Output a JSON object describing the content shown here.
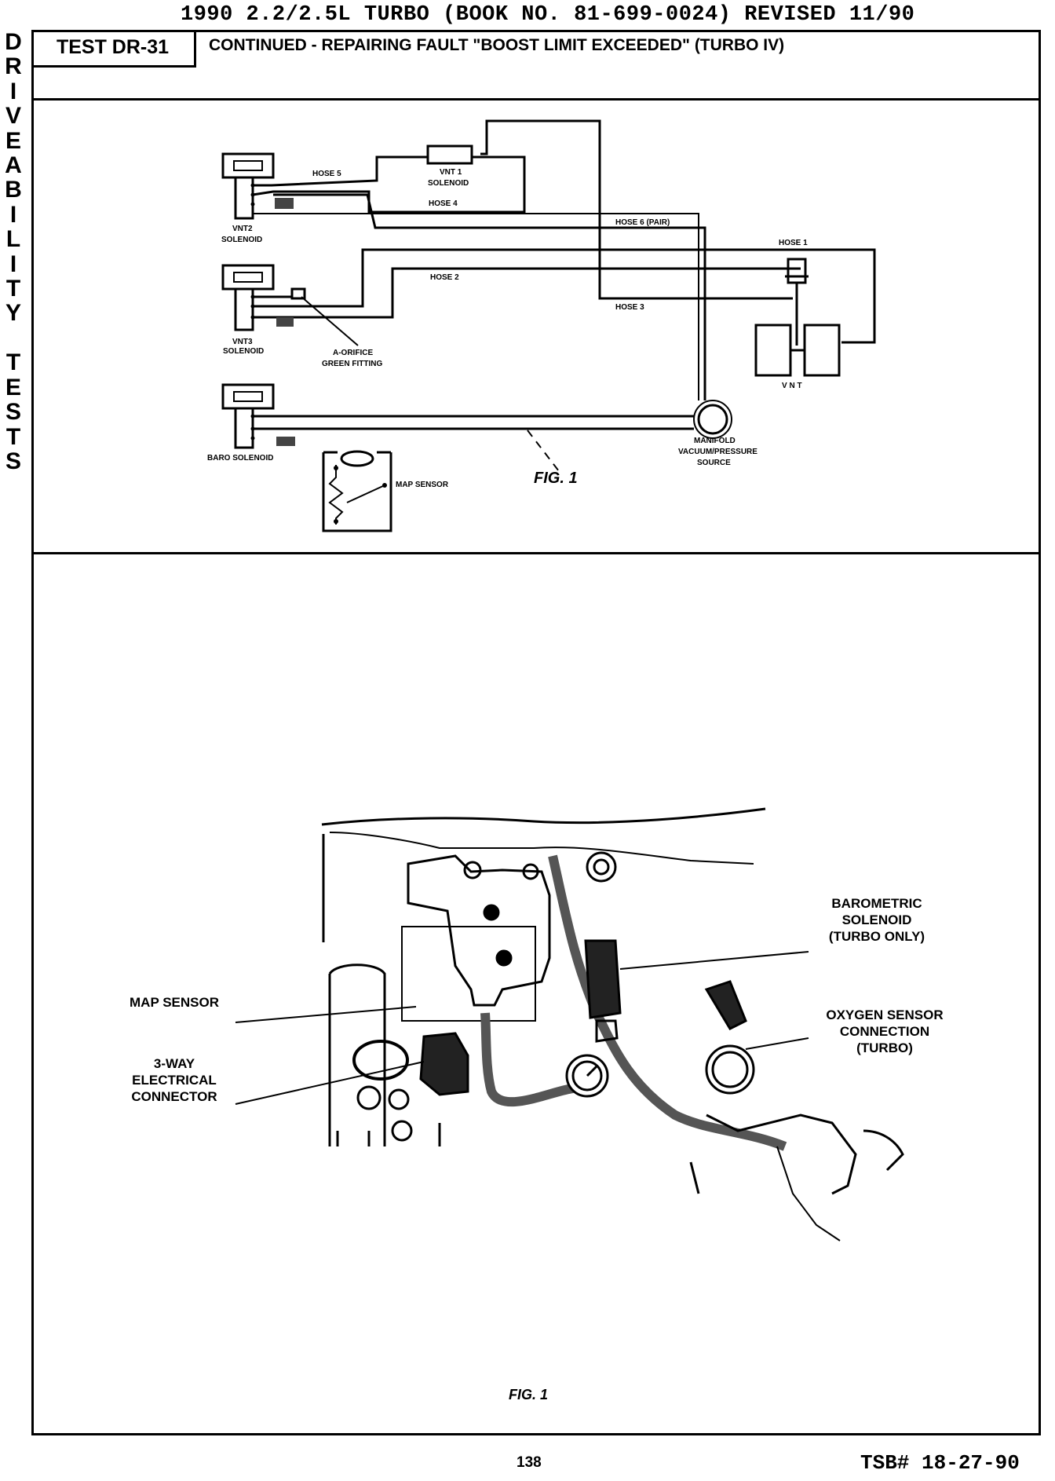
{
  "header": {
    "top_line": "1990 2.2/2.5L TURBO (BOOK NO. 81-699-0024) REVISED 11/90",
    "test_id": "TEST DR-31",
    "test_title": "CONTINUED - REPAIRING FAULT \"BOOST LIMIT EXCEEDED\" (TURBO IV)"
  },
  "side_tab": [
    "D",
    "R",
    "I",
    "V",
    "E",
    "A",
    "B",
    "I",
    "L",
    "I",
    "T",
    "Y",
    "",
    "T",
    "E",
    "S",
    "T",
    "S"
  ],
  "diagram": {
    "labels": {
      "hose5": "HOSE 5",
      "vnt1": "VNT 1",
      "vnt1_sol": "SOLENOID",
      "hose4": "HOSE 4",
      "vnt2": "VNT2",
      "vnt2_sol": "SOLENOID",
      "hose6": "HOSE 6 (PAIR)",
      "hose1": "HOSE 1",
      "hose2": "HOSE 2",
      "hose3": "HOSE 3",
      "vnt3": "VNT3",
      "vnt3_sol": "SOLENOID",
      "orifice1": "A-ORIFICE",
      "orifice2": "GREEN FITTING",
      "vnt": "V N T",
      "manifold1": "MANIFOLD",
      "manifold2": "VACUUM/PRESSURE",
      "manifold3": "SOURCE",
      "baro": "BARO SOLENOID",
      "map": "MAP SENSOR"
    },
    "fig_label": "FIG. 1"
  },
  "photo": {
    "callouts": {
      "baro": [
        "BAROMETRIC",
        "SOLENOID",
        "(TURBO ONLY)"
      ],
      "map": "MAP SENSOR",
      "connector": [
        "3-WAY",
        "ELECTRICAL",
        "CONNECTOR"
      ],
      "oxygen": [
        "OXYGEN SENSOR",
        "CONNECTION",
        "(TURBO)"
      ]
    },
    "fig_label": "FIG. 1"
  },
  "footer": {
    "page_number": "138",
    "tsb": "TSB# 18-27-90"
  }
}
